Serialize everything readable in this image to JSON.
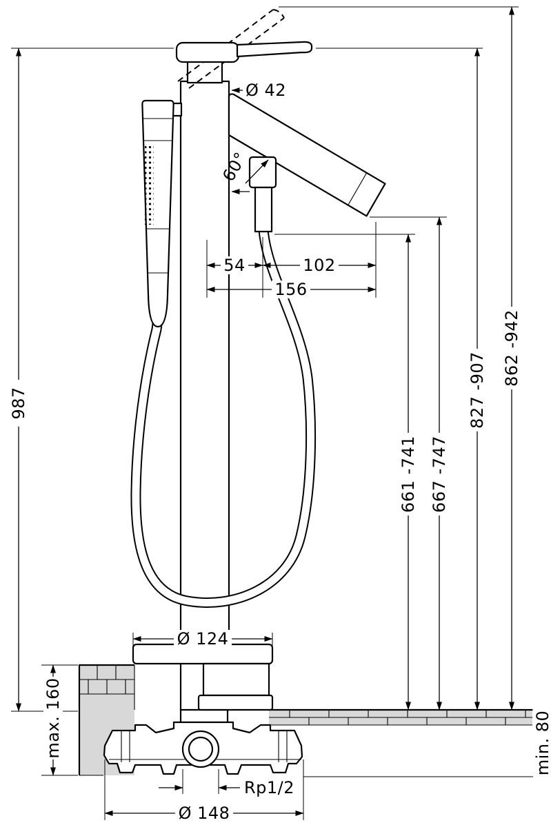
{
  "drawing": {
    "labels": {
      "total_height": "987",
      "floor_depth_max": "max. 160",
      "floor_depth_min": "min. 80",
      "riser_diameter": "Ø 42",
      "spout_angle": "60°",
      "spout_offset": "54",
      "spout_reach": "102",
      "spout_total_reach": "156",
      "height_hose_connection": "661 -741",
      "height_spout_outlet": "667 -747",
      "height_body_top": "827 -907",
      "height_lever_max": "862 -942",
      "base_plate_diameter": "Ø 124",
      "install_body_diameter": "Ø 148",
      "connection_thread": "Rp1/2"
    },
    "colors": {
      "line": "#000000",
      "floor_fill": "#d8d8d8",
      "background": "#ffffff"
    }
  }
}
